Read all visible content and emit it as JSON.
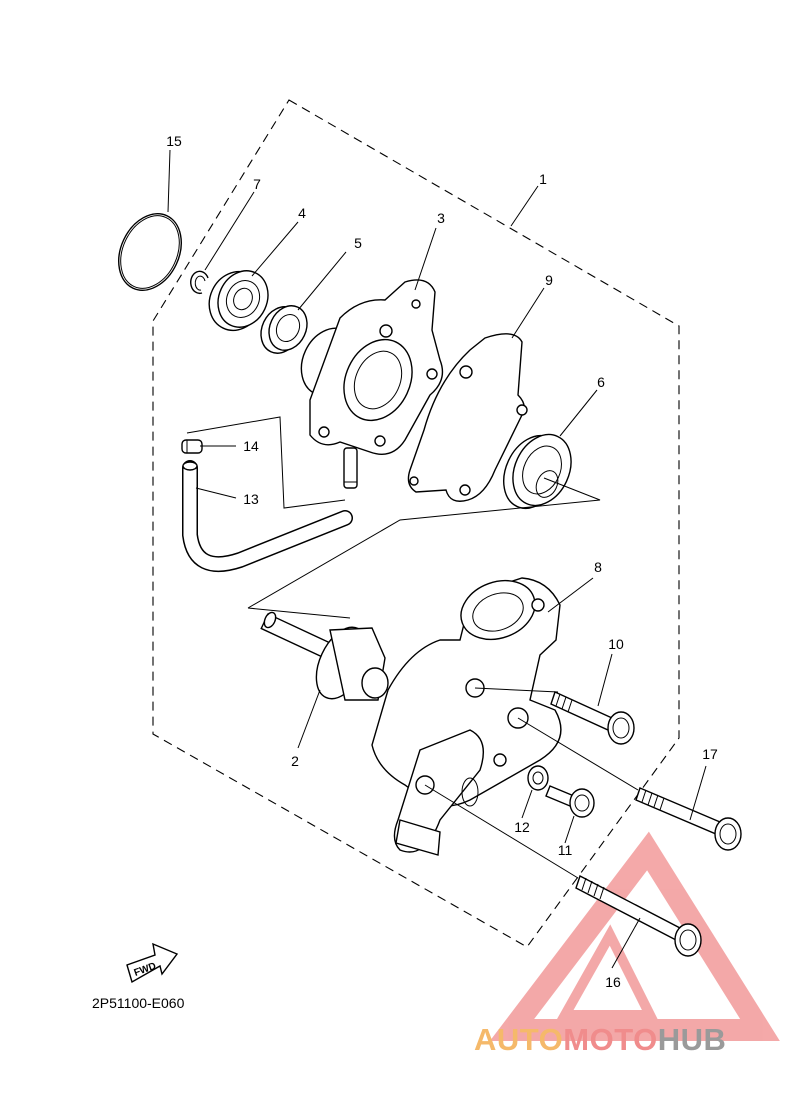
{
  "diagram": {
    "diagram_code": "2P51100-E060",
    "fwd_label": "FWD",
    "callouts": [
      "1",
      "2",
      "3",
      "4",
      "5",
      "6",
      "7",
      "8",
      "9",
      "10",
      "11",
      "12",
      "13",
      "14",
      "15",
      "16",
      "17"
    ]
  },
  "watermark": {
    "part1": "AUTO",
    "part2": "MOTO",
    "part3": "HUB",
    "colors": {
      "auto": "#f5b96a",
      "moto": "#f08c8c",
      "hub": "#9a9a9a",
      "triangle": "#f08c8c"
    }
  }
}
